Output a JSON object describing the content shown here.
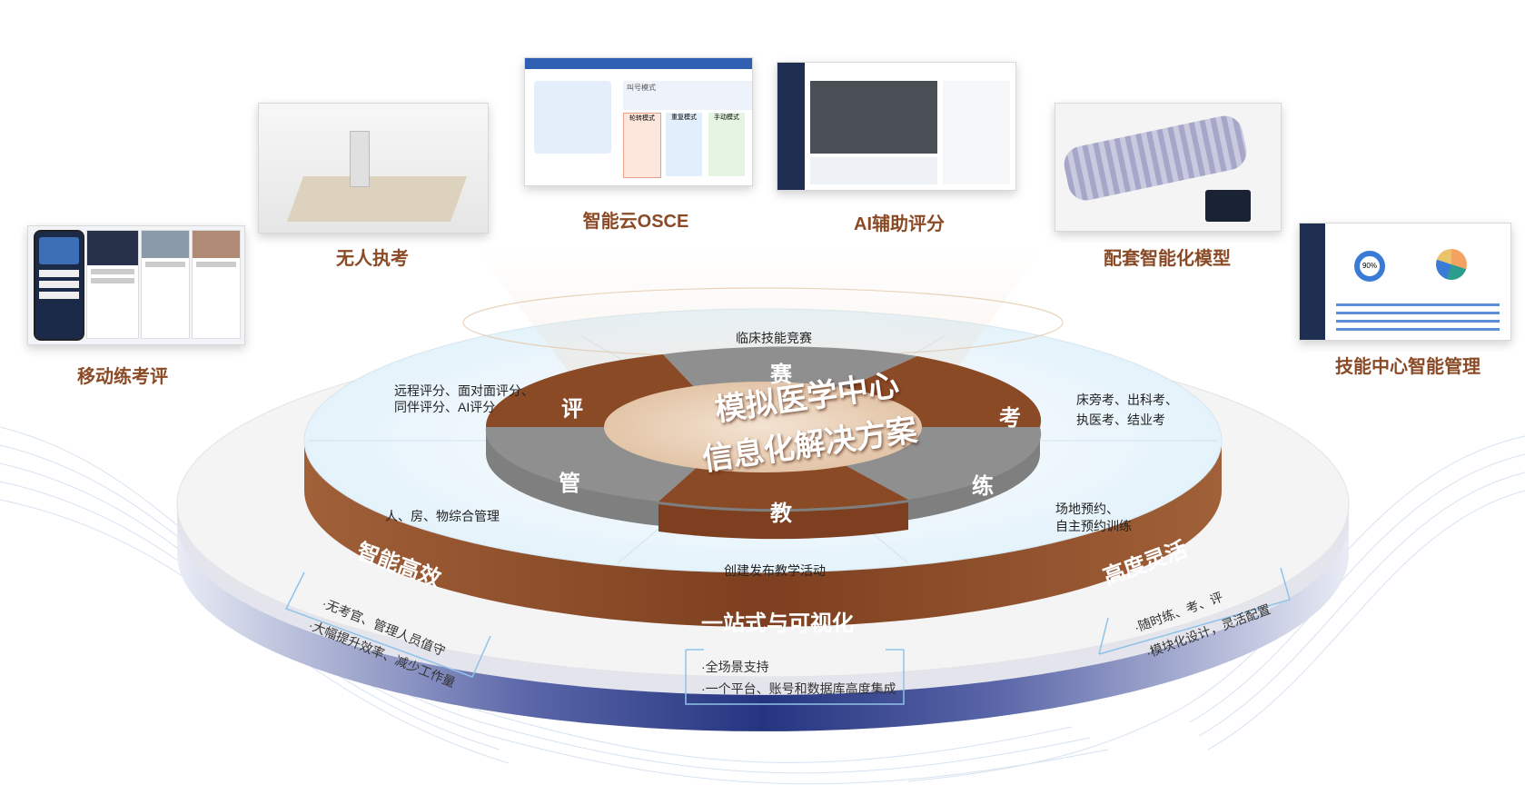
{
  "products": [
    {
      "key": "mobile",
      "title": "移动练考评"
    },
    {
      "key": "unmanned",
      "title": "无人执考"
    },
    {
      "key": "osce",
      "title": "智能云OSCE"
    },
    {
      "key": "ai",
      "title": "AI辅助评分"
    },
    {
      "key": "model",
      "title": "配套智能化模型"
    },
    {
      "key": "center",
      "title": "技能中心智能管理"
    }
  ],
  "core": {
    "line1": "模拟医学中心",
    "line2": "信息化解决方案"
  },
  "ring": {
    "sai": "赛",
    "kao": "考",
    "lian": "练",
    "jiao": "教",
    "guan": "管",
    "ping": "评"
  },
  "descriptions": {
    "sai": "临床技能竞赛",
    "ping_1": "远程评分、面对面评分、",
    "ping_2": "同伴评分、AI评分",
    "kao_1": "床旁考、出科考、",
    "kao_2": "执医考、结业考",
    "lian_1": "场地预约、",
    "lian_2": "自主预约训练",
    "jiao": "创建发布教学活动",
    "guan": "人、房、物综合管理"
  },
  "bands": {
    "left": "智能高效",
    "center": "一站式与可视化",
    "right": "高度灵活"
  },
  "boxes": {
    "left": [
      "·无考官、管理人员值守",
      "·大幅提升效率、减少工作量"
    ],
    "center": [
      "·全场景支持",
      "·一个平台、账号和数据库高度集成"
    ],
    "right": [
      "·随时练、考、评",
      "·模块化设计，灵活配置"
    ]
  },
  "mock": {
    "osce_mode": "叫号模式",
    "osce_m1": "轮转模式",
    "osce_m2": "重复模式",
    "osce_m3": "手动模式",
    "pie_pct": "90%"
  },
  "colors": {
    "brown": "#8b4a26",
    "gray": "#9a9a9a",
    "navy": "#2a3a8a",
    "light": "#eaf4fb"
  }
}
